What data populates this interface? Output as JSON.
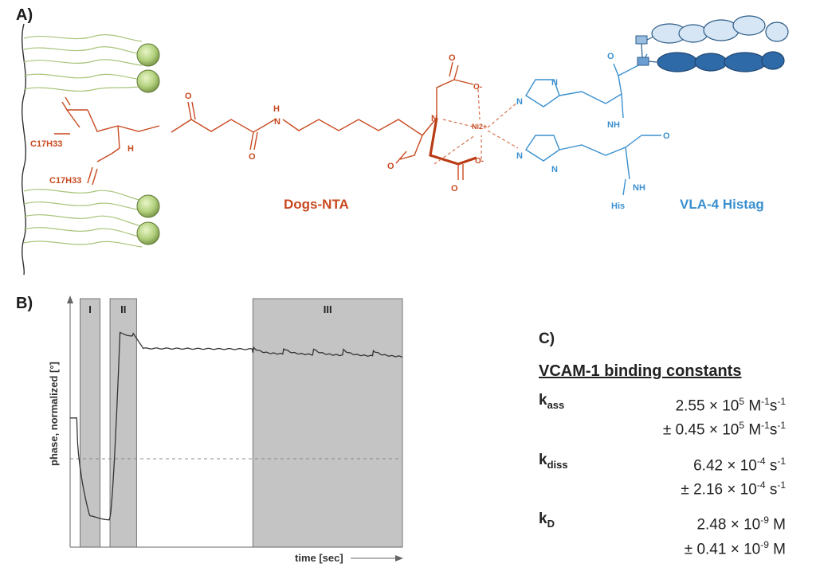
{
  "panel_a": {
    "label": "A)",
    "dogs_nta_label": "Dogs-NTA",
    "vla4_label": "VLA-4 Histag",
    "chem": {
      "c17h33_top": "C17H33",
      "c17h33_bottom": "C17H33",
      "h_glycerol": "H",
      "n_amide": "N",
      "h_amide": "H",
      "o_carbonyl": "O",
      "o_ester": "O",
      "ni": "Ni2+",
      "n_nta": "N",
      "o_minus": "O-",
      "nh": "NH",
      "his": "His"
    }
  },
  "panel_b": {
    "label": "B)",
    "ylabel": "phase, normalized [°]",
    "xlabel": "time [sec]",
    "regions": [
      {
        "label": "I",
        "start": 0.03,
        "end": 0.09
      },
      {
        "label": "II",
        "start": 0.12,
        "end": 0.2
      },
      {
        "label": "III",
        "start": 0.55,
        "end": 1.0
      }
    ]
  },
  "panel_c": {
    "label": "C)",
    "title": "VCAM-1 binding constants",
    "rows": [
      {
        "key": "k",
        "sub": "ass",
        "value": "2.55 × 10",
        "value_exp": "5",
        "unit": " M",
        "unit_exp1": "-1",
        "unit2": "s",
        "unit_exp2": "-1",
        "err": "± 0.45 × 10",
        "err_exp": "5",
        "err_unit": " M",
        "err_unit_exp1": "-1",
        "err_unit2": "s",
        "err_unit_exp2": "-1"
      },
      {
        "key": "k",
        "sub": "diss",
        "value": "6.42 × 10",
        "value_exp": "-4",
        "unit": " s",
        "unit_exp1": "-1",
        "unit2": "",
        "unit_exp2": "",
        "err": "± 2.16 × 10",
        "err_exp": "-4",
        "err_unit": " s",
        "err_unit_exp1": "-1",
        "err_unit2": "",
        "err_unit_exp2": ""
      },
      {
        "key": "k",
        "sub": "D",
        "value": "2.48 × 10",
        "value_exp": "-9",
        "unit": " M",
        "unit_exp1": "",
        "unit2": "",
        "unit_exp2": "",
        "err": "± 0.41 × 10",
        "err_exp": "-9",
        "err_unit": " M",
        "err_unit_exp1": "",
        "err_unit2": "",
        "err_unit_exp2": ""
      }
    ]
  },
  "colors": {
    "nta_red": "#c8491f",
    "vla4_blue": "#3a90cf",
    "lipid_green": "#a9c47a",
    "region_gray": "#c4c4c4"
  }
}
